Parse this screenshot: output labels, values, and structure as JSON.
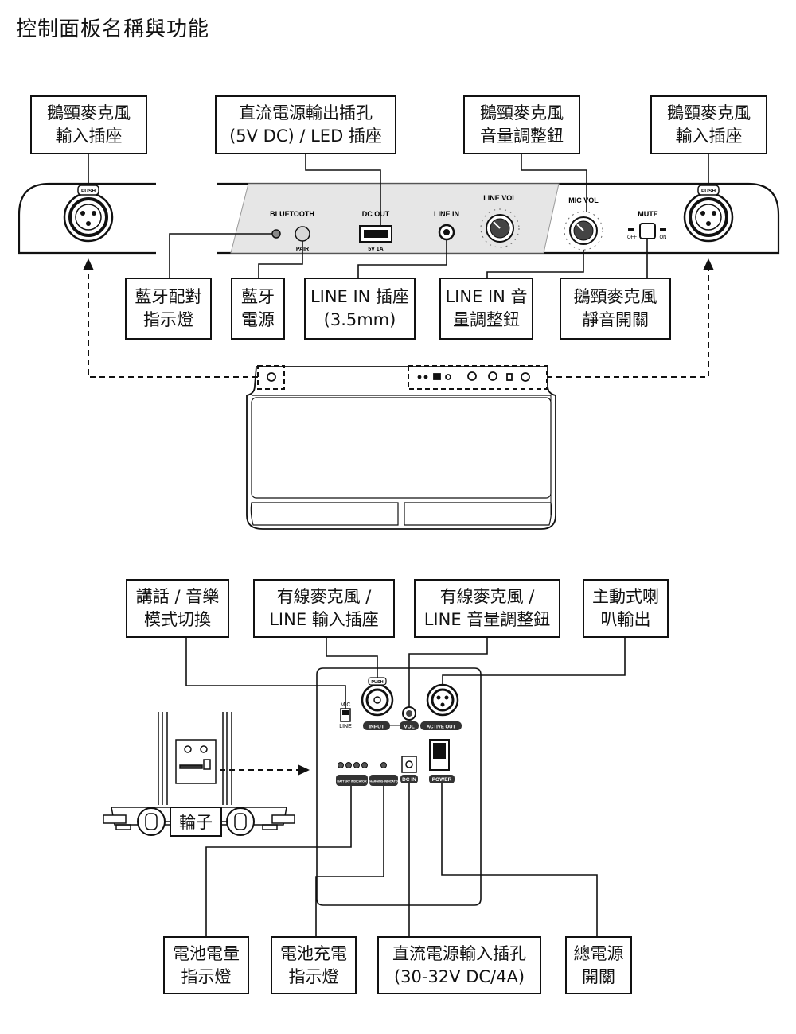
{
  "page_title": "控制面板名稱與功能",
  "top_panel": {
    "labels": {
      "bluetooth": "BLUETOOTH",
      "pair": "PAIR",
      "dc_out": "DC OUT",
      "dc_out_rating": "5V 1A",
      "line_in": "LINE IN",
      "line_vol": "LINE VOL",
      "mic_vol": "MIC VOL",
      "mute": "MUTE",
      "off": "OFF",
      "on": "ON",
      "push": "PUSH"
    },
    "callouts": {
      "gooseneck_left": [
        "鵝頸麥克風",
        "輸入插座"
      ],
      "dc_out": [
        "直流電源輸出插孔",
        "(5V DC) / LED 插座"
      ],
      "mic_volume": [
        "鵝頸麥克風",
        "音量調整鈕"
      ],
      "gooseneck_right": [
        "鵝頸麥克風",
        "輸入插座"
      ],
      "bt_indicator": [
        "藍牙配對",
        "指示燈"
      ],
      "bt_power": [
        "藍牙",
        "電源"
      ],
      "line_in_jack": [
        "LINE IN 插座",
        "(3.5mm)"
      ],
      "line_in_volume": [
        "LINE IN 音",
        "量調整鈕"
      ],
      "mute_switch": [
        "鵝頸麥克風",
        "靜音開關"
      ]
    }
  },
  "rear_panel": {
    "labels": {
      "mic": "MIC",
      "line": "LINE",
      "push": "PUSH",
      "input": "INPUT",
      "vol": "VOL",
      "active_out": "ACTIVE OUT",
      "battery_indicator": "BATTERY INDICATOR",
      "charging_indicator": "CHARGING INDICATOR",
      "dc_in": "DC IN",
      "power": "POWER"
    },
    "callouts": {
      "mode_switch": [
        "講話 / 音樂",
        "模式切換"
      ],
      "wired_input": [
        "有線麥克風 /",
        "LINE 輸入插座"
      ],
      "wired_volume": [
        "有線麥克風 /",
        "LINE 音量調整鈕"
      ],
      "active_out": [
        "主動式喇",
        "叭輸出"
      ],
      "battery_level": [
        "電池電量",
        "指示燈"
      ],
      "battery_charging": [
        "電池充電",
        "指示燈"
      ],
      "dc_in": [
        "直流電源輸入插孔",
        "(30-32V DC/4A)"
      ],
      "main_power": [
        "總電源",
        "開關"
      ]
    },
    "wheel_label": "輪子"
  }
}
